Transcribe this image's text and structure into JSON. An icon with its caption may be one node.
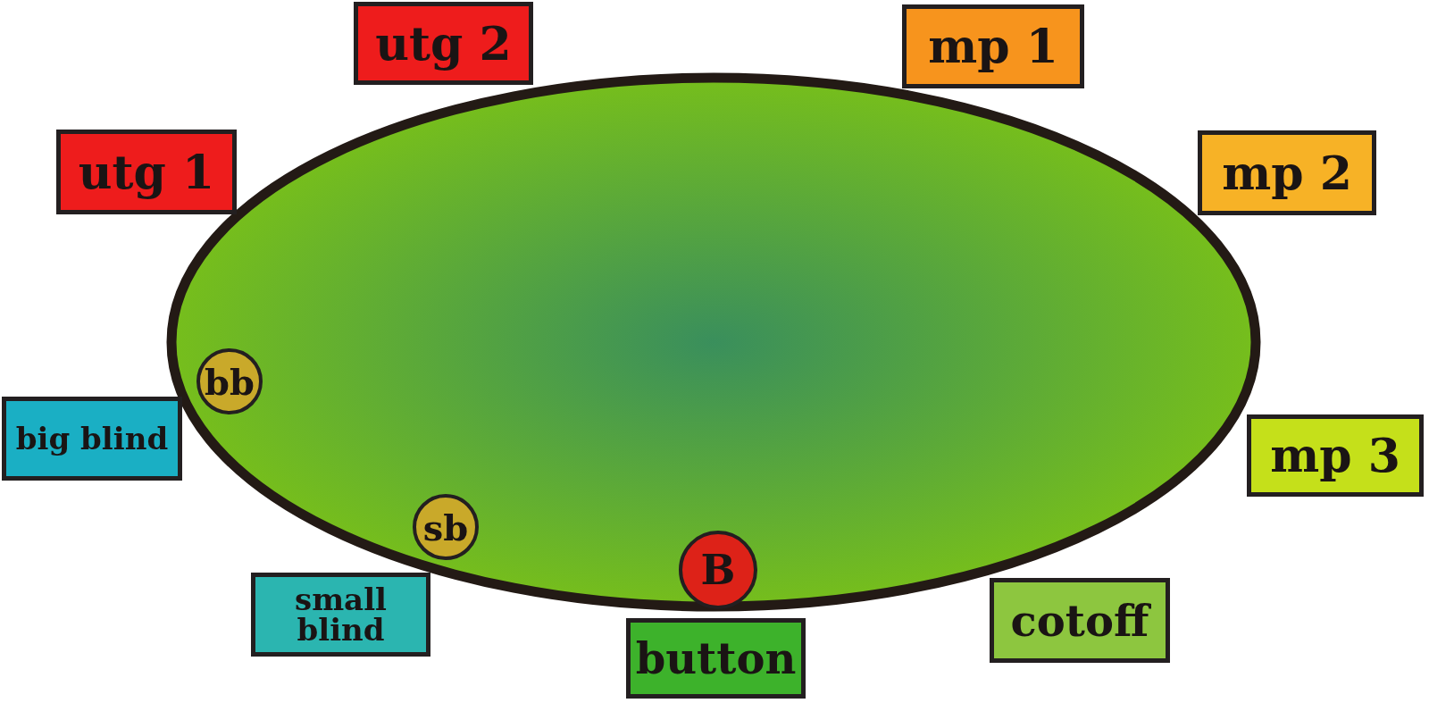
{
  "diagram": {
    "nodes": [
      {
        "text": [
          "utg 2"
        ]
      },
      {
        "text": [
          "mp 1"
        ]
      },
      {
        "text": [
          "utg 1"
        ]
      },
      {
        "text": [
          "mp 2"
        ]
      },
      {
        "text": [
          "bb"
        ]
      },
      {
        "text": [
          "big blind"
        ]
      },
      {
        "text": [
          "mp 3"
        ]
      },
      {
        "text": [
          "sb"
        ]
      },
      {
        "text": [
          "B"
        ]
      },
      {
        "text": [
          "small blind"
        ]
      },
      {
        "text": [
          "cotoff"
        ]
      },
      {
        "text": [
          "button"
        ]
      }
    ]
  }
}
